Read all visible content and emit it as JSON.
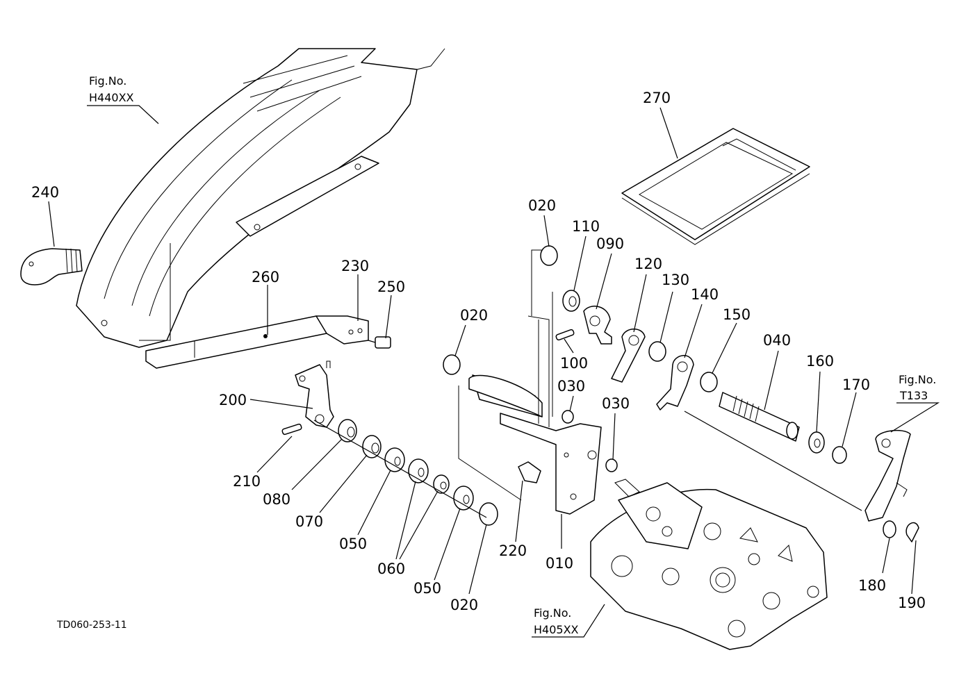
{
  "diagram": {
    "code": "TD060-253-11",
    "refs": [
      {
        "id": "ref-h440",
        "line1": "Fig.No.",
        "line2": "H440XX"
      },
      {
        "id": "ref-t133",
        "line1": "Fig.No.",
        "line2": "T133"
      },
      {
        "id": "ref-h405",
        "line1": "Fig.No.",
        "line2": "H405XX"
      }
    ],
    "parts": [
      "240",
      "260",
      "230",
      "250",
      "200",
      "210",
      "080",
      "070",
      "050",
      "060",
      "050",
      "020",
      "020",
      "020",
      "220",
      "010",
      "030",
      "030",
      "100",
      "110",
      "090",
      "120",
      "130",
      "140",
      "150",
      "040",
      "160",
      "170",
      "180",
      "190",
      "270"
    ]
  }
}
